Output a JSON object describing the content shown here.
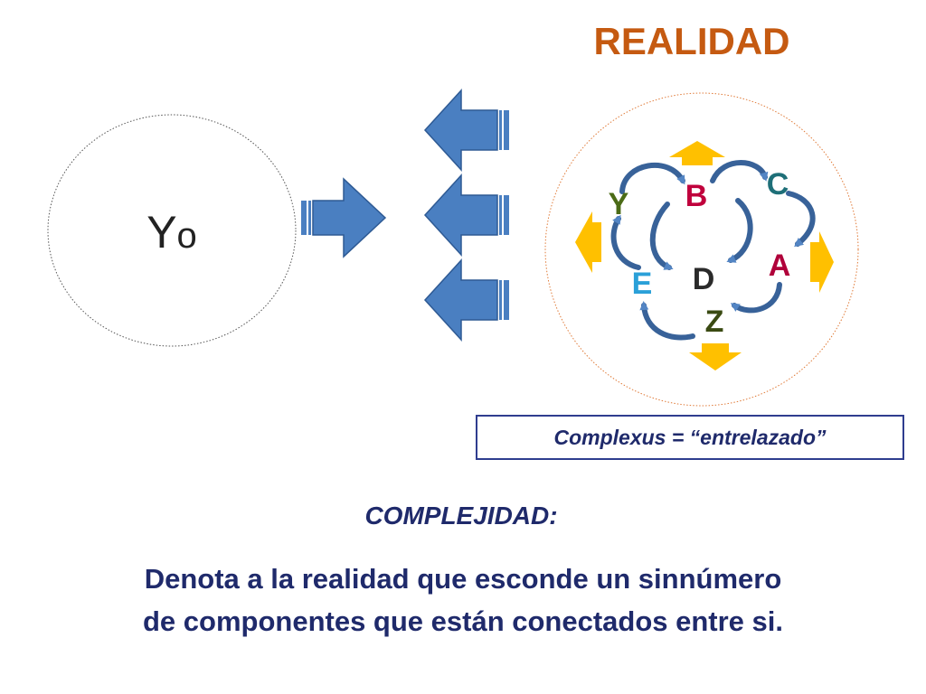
{
  "title": "REALIDAD",
  "self_label": {
    "first": "Y",
    "rest": "o"
  },
  "nodes": [
    {
      "letter": "C",
      "color": "#1e6f78"
    },
    {
      "letter": "Y",
      "color": "#4b6b16"
    },
    {
      "letter": "B",
      "color": "#c0003c"
    },
    {
      "letter": "A",
      "color": "#b0003a"
    },
    {
      "letter": "D",
      "color": "#2a2a2a"
    },
    {
      "letter": "E",
      "color": "#2aa0d8"
    },
    {
      "letter": "Z",
      "color": "#3a4a12"
    }
  ],
  "complexus": "Complexus = “entrelazado”",
  "heading": "COMPLEJIDAD:",
  "definition": "Denota a la realidad que esconde un sinnúmero de componentes que están conectados entre si.",
  "colors": {
    "title": "#c55a11",
    "text_dark_blue": "#1f2a6b",
    "arrow_blue": "#4a7fc1",
    "arrow_blue_dark": "#2e5a94",
    "yellow_arrow": "#ffc000",
    "circle_orange": "#e07b39"
  },
  "icons": {
    "big_arrows": "block-arrow-icon",
    "small_arrows": "curved-arrow-icon",
    "outward_arrows": "yellow-arrow-icon"
  }
}
